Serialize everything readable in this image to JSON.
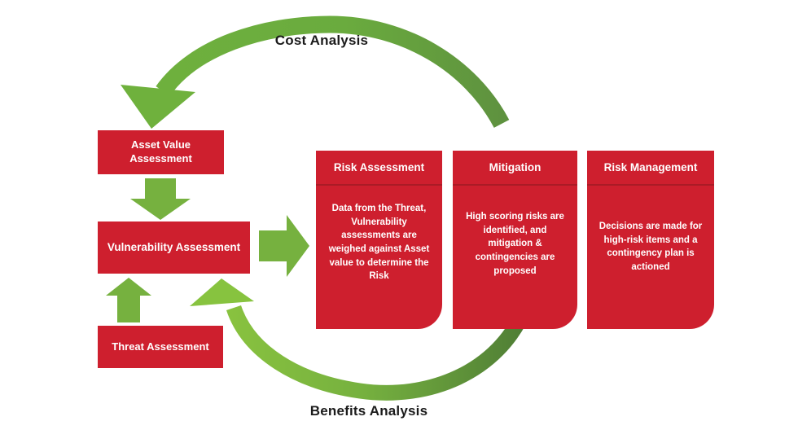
{
  "titles": {
    "cost": "Cost Analysis",
    "benefits": "Benefits Analysis"
  },
  "boxes": {
    "asset": {
      "label": "Asset Value Assessment"
    },
    "vulnerability": {
      "label": "Vulnerability Assessment"
    },
    "threat": {
      "label": "Threat Assessment"
    }
  },
  "panels": [
    {
      "title": "Risk Assessment",
      "body": "Data from the Threat, Vulnerability assessments are weighed against Asset value to determine the Risk"
    },
    {
      "title": "Mitigation",
      "body": "High scoring risks are identified, and mitigation & contingencies are proposed"
    },
    {
      "title": "Risk Management",
      "body": "Decisions are made for high-risk items and a contingency plan is actioned"
    }
  ],
  "icons": {
    "cost_arc": "curved-arrow-counterclockwise",
    "benefits_arc": "curved-arrow-clockwise",
    "down_arrow": "block-arrow-down",
    "up_arrow": "block-arrow-up",
    "right_arrow": "block-arrow-right"
  },
  "colors": {
    "box_red": "#ce1f2e",
    "panel_divider_red": "#aa1b26",
    "arrow_green": "#76b13f",
    "arc_green_light": "#8dc63f",
    "arc_green_dark": "#4e7c35",
    "title_text": "#1b1b1b",
    "box_text": "#ffffff",
    "background": "#ffffff"
  }
}
